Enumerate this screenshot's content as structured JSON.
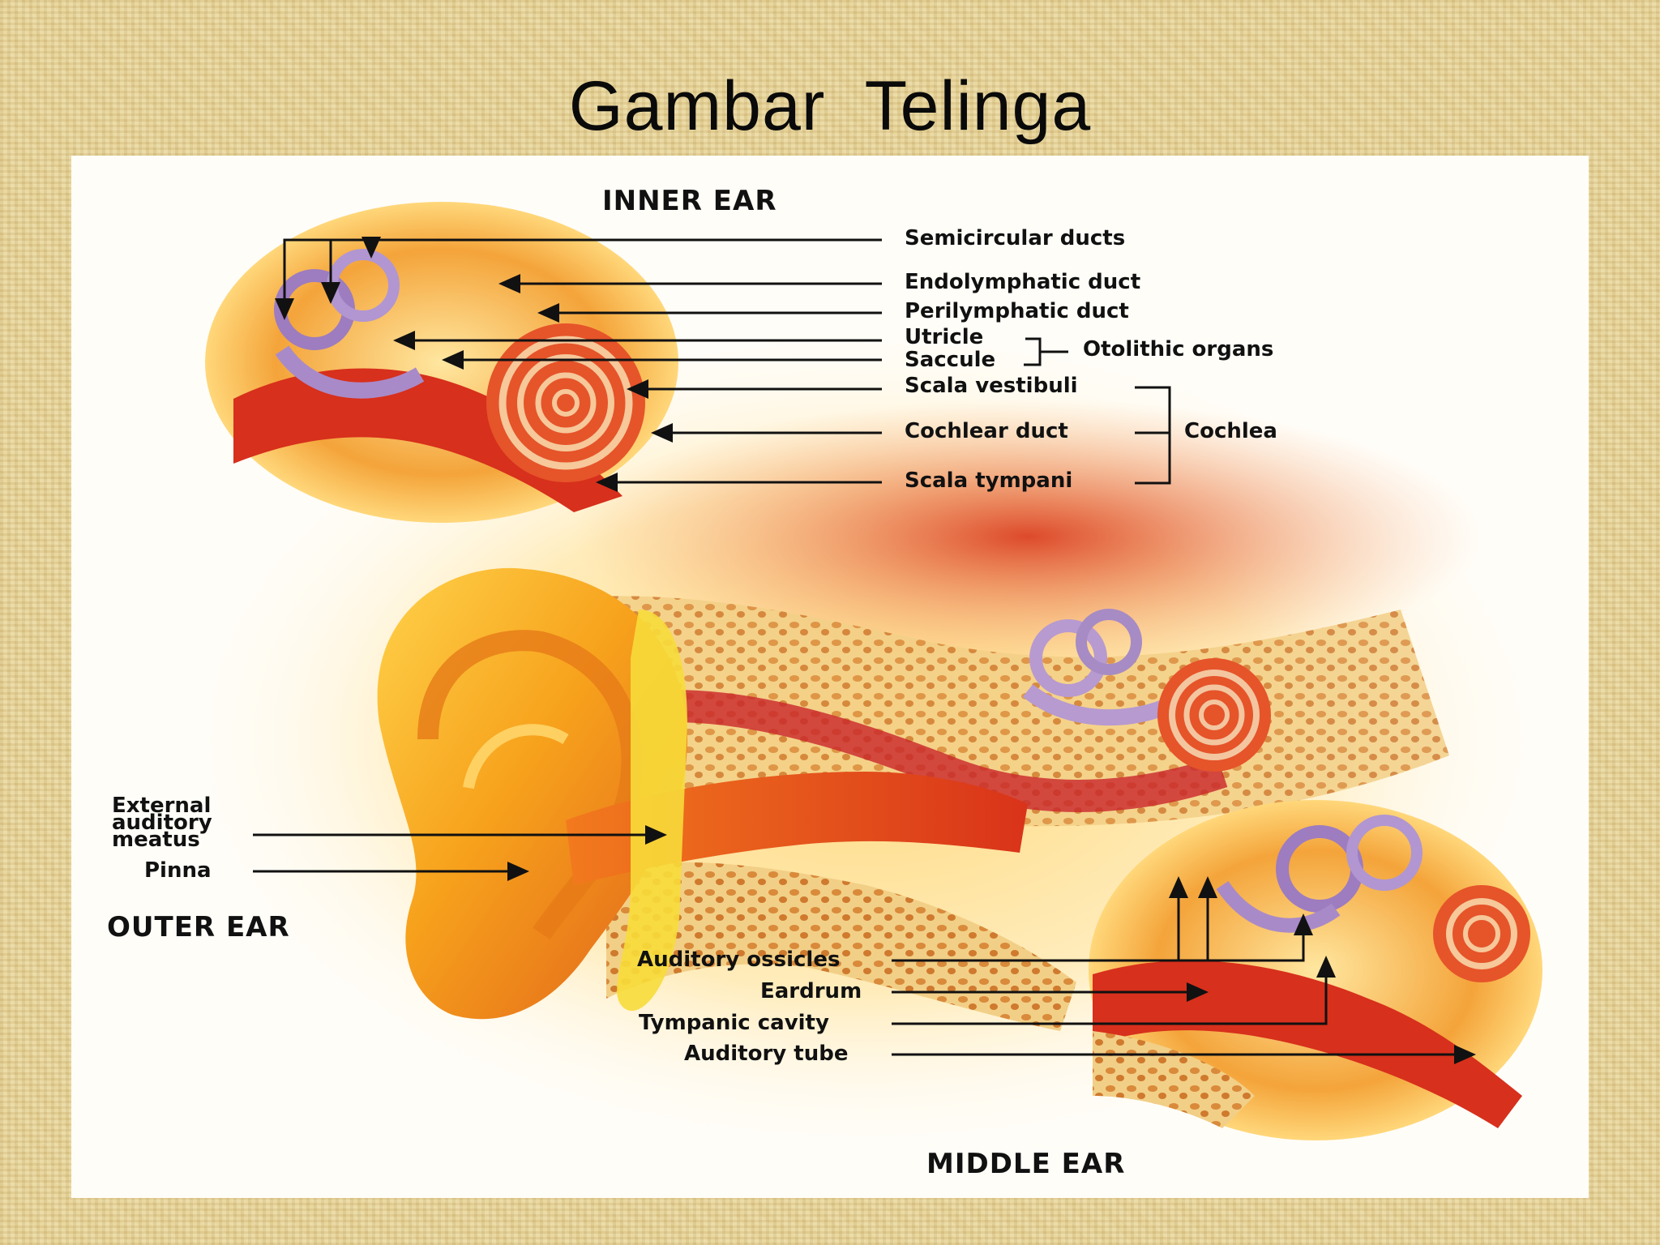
{
  "title": "Gambar  Telinga",
  "sections": {
    "inner_ear": "INNER EAR",
    "outer_ear": "OUTER EAR",
    "middle_ear": "MIDDLE EAR"
  },
  "labels": {
    "semicircular_ducts": "Semicircular ducts",
    "endolymphatic_duct": "Endolymphatic duct",
    "perilymphatic_duct": "Perilymphatic duct",
    "utricle": "Utricle",
    "saccule": "Saccule",
    "otolithic_organs": "Otolithic organs",
    "scala_vestibuli": "Scala vestibuli",
    "cochlear_duct": "Cochlear duct",
    "cochlea": "Cochlea",
    "scala_tympani": "Scala tympani",
    "external_auditory_meatus_1": "External",
    "external_auditory_meatus_2": "auditory",
    "external_auditory_meatus_3": "meatus",
    "pinna": "Pinna",
    "auditory_ossicles": "Auditory ossicles",
    "eardrum": "Eardrum",
    "tympanic_cavity": "Tympanic cavity",
    "auditory_tube": "Auditory tube"
  }
}
